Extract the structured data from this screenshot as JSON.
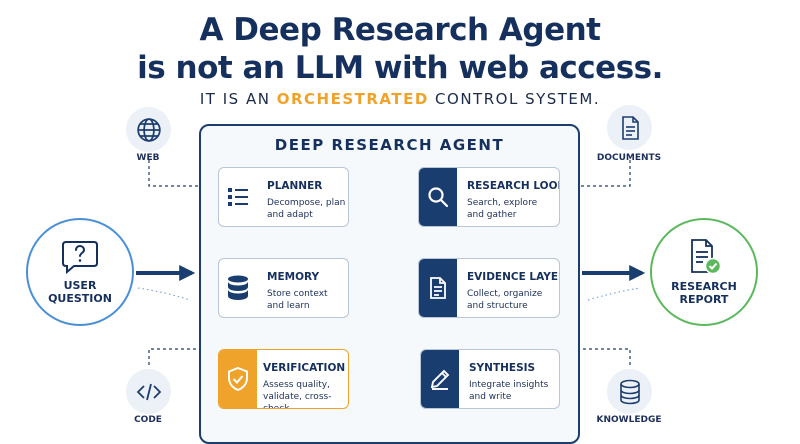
{
  "header": {
    "title_line1": "A Deep Research Agent",
    "title_line2": "is not an LLM with web access.",
    "subtitle_pre": "IT IS AN ",
    "subtitle_highlight": "ORCHESTRATED",
    "subtitle_post": " CONTROL SYSTEM."
  },
  "sources": {
    "web": "WEB",
    "documents": "DOCUMENTS",
    "code": "CODE",
    "knowledge": "KNOWLEDGE"
  },
  "input": {
    "line1": "USER",
    "line2": "QUESTION"
  },
  "output": {
    "line1": "RESEARCH",
    "line2": "REPORT"
  },
  "panel": {
    "title": "DEEP RESEARCH AGENT"
  },
  "modules": {
    "planner": {
      "name": "PLANNER",
      "desc1": "Decompose, plan",
      "desc2": "and adapt"
    },
    "research_loop": {
      "name": "RESEARCH LOOP",
      "desc1": "Search, explore",
      "desc2": "and gather"
    },
    "memory": {
      "name": "MEMORY",
      "desc1": "Store context",
      "desc2": "and learn"
    },
    "evidence_layer": {
      "name": "EVIDENCE LAYER",
      "desc1": "Collect, organize",
      "desc2": "and structure"
    },
    "verification": {
      "name": "VERIFICATION",
      "desc1": "Assess quality,",
      "desc2": "validate, cross-check"
    },
    "synthesis": {
      "name": "SYNTHESIS",
      "desc1": "Integrate insights",
      "desc2": "and write"
    }
  },
  "colors": {
    "navy": "#16305e",
    "accent_orange": "#f0a32a",
    "input_blue": "#4a8fd6",
    "output_green": "#5cb85c"
  },
  "icons": [
    "globe-icon",
    "document-icon",
    "code-icon",
    "database-icon",
    "speech-bubble-question-icon",
    "report-check-icon",
    "list-icon",
    "search-icon",
    "memory-database-icon",
    "evidence-document-icon",
    "shield-check-icon",
    "pen-icon"
  ]
}
